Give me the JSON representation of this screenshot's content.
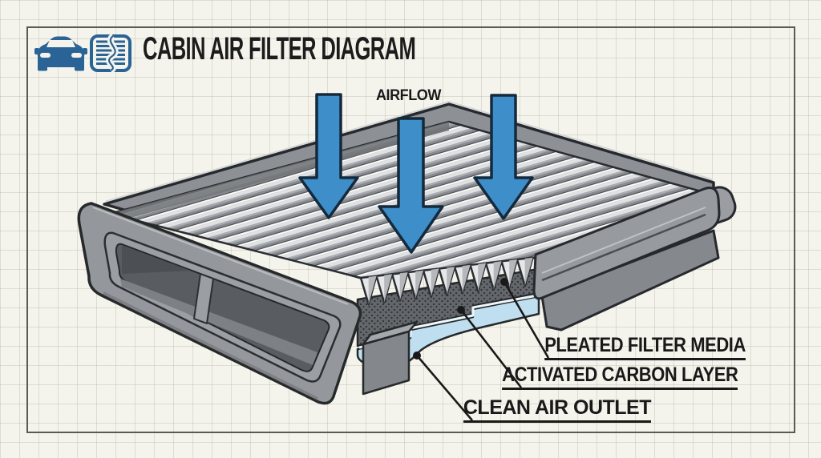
{
  "header": {
    "title": "CABIN AIR FILTER DIAGRAM",
    "icons": [
      {
        "name": "car-icon"
      },
      {
        "name": "filter-icon"
      }
    ],
    "accent_color": "#2a6396"
  },
  "diagram": {
    "airflow_label": "AIRFLOW",
    "airflow_arrow_count": 3,
    "arrow_color": "#3d8ec9",
    "callouts": [
      {
        "id": "pleated-filter-media",
        "text": "PLEATED FILTER MEDIA"
      },
      {
        "id": "activated-carbon-layer",
        "text": "ACTIVATED CARBON LAYER"
      },
      {
        "id": "clean-air-outlet",
        "text": "CLEAN AIR OUTLET"
      }
    ],
    "layer_colors": {
      "pleat_ridge": "#e2e4e5",
      "frame_gray": "#94979b",
      "carbon_layer": "#64686c",
      "clean_air": "#bfdff0"
    },
    "paper": {
      "background": "#f5f4ec",
      "grid": "graph-paper"
    }
  }
}
